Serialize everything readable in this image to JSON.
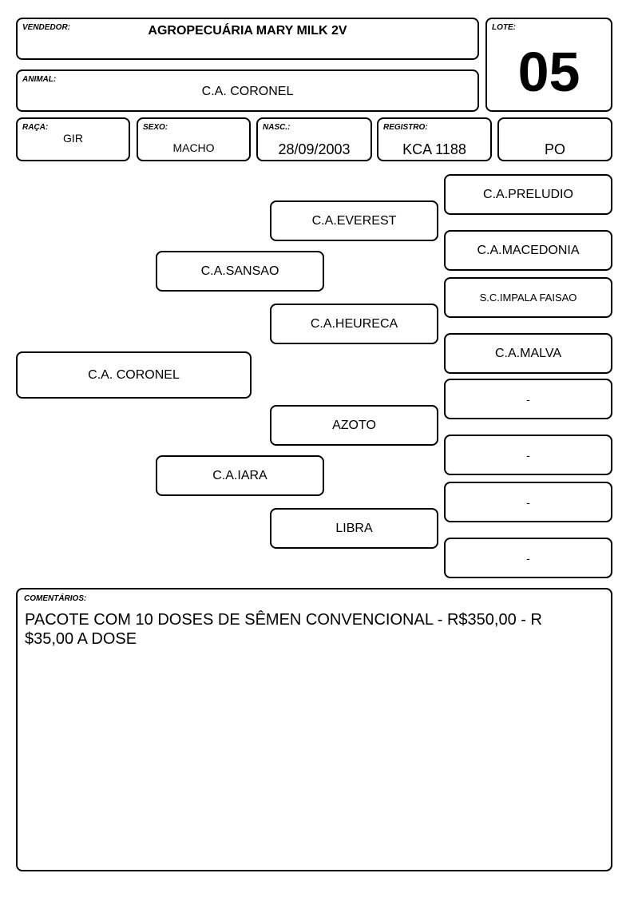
{
  "header": {
    "vendedor_label": "VENDEDOR:",
    "vendedor": "AGROPECUÁRIA MARY MILK 2V",
    "lote_label": "LOTE:",
    "lote": "05",
    "animal_label": "ANIMAL:",
    "animal": "C.A. CORONEL",
    "raca_label": "RAÇA:",
    "raca": "GIR",
    "sexo_label": "SEXO:",
    "sexo": "MACHO",
    "nasc_label": "NASC.:",
    "nasc": "28/09/2003",
    "registro_label": "REGISTRO:",
    "registro": "KCA 1188",
    "categoria": "PO"
  },
  "pedigree": {
    "animal": "C.A. CORONEL",
    "pai": "C.A.SANSAO",
    "mae": "C.A.IARA",
    "avo_paterno": "C.A.EVEREST",
    "avo_paterna": "C.A.HEURECA",
    "avo_materno": "AZOTO",
    "avo_materna": "LIBRA",
    "bisavos": [
      "C.A.PRELUDIO",
      "C.A.MACEDONIA",
      "S.C.IMPALA FAISAO",
      "C.A.MALVA",
      "-",
      "-",
      "-",
      "-"
    ]
  },
  "comentarios": {
    "label": "COMENTÁRIOS:",
    "texto": "PACOTE COM 10 DOSES DE SÊMEN CONVENCIONAL - R$350,00 - R $35,00 A DOSE"
  }
}
